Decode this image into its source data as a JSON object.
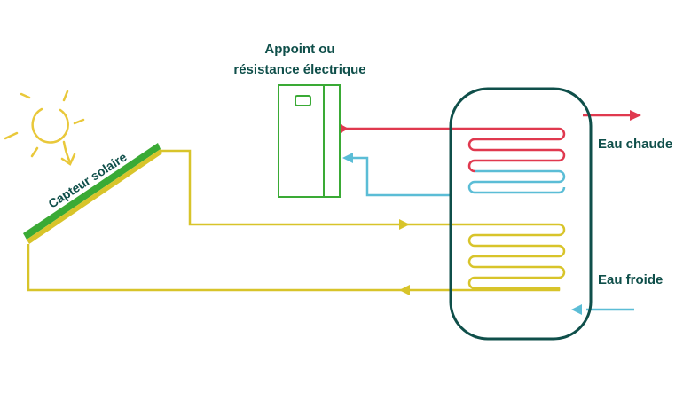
{
  "labels": {
    "appoint_line1": "Appoint ou",
    "appoint_line2": "résistance électrique",
    "eau_chaude": "Eau chaude",
    "eau_froide": "Eau froide",
    "capteur_solaire": "Capteur solaire"
  },
  "colors": {
    "tank_stroke": "#0f4f4a",
    "heater_green": "#3aaa35",
    "solar_yellow": "#d8c42a",
    "hot_red": "#e0394f",
    "cold_blue": "#5bbdd6",
    "sun_yellow": "#e9c83a"
  }
}
